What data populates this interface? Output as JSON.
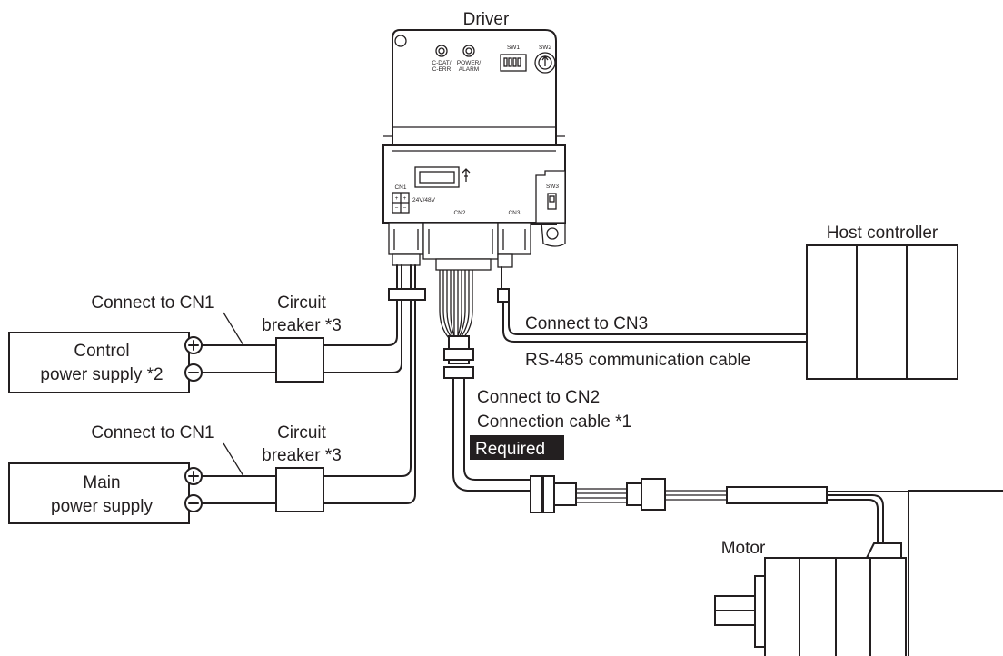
{
  "labels": {
    "driver": "Driver",
    "host_controller": "Host controller",
    "connect_cn1_control": "Connect to CN1",
    "circuit_breaker_1_line1": "Circuit",
    "circuit_breaker_1_line2": "breaker *3",
    "control_power_line1": "Control",
    "control_power_line2": "power supply *2",
    "connect_cn1_main": "Connect to CN1",
    "circuit_breaker_2_line1": "Circuit",
    "circuit_breaker_2_line2": "breaker *3",
    "main_power_line1": "Main",
    "main_power_line2": "power supply",
    "connect_cn3": "Connect to CN3",
    "rs485_cable": "RS-485 communication cable",
    "connect_cn2": "Connect to CN2",
    "connection_cable": "Connection cable *1",
    "required": "Required",
    "motor": "Motor"
  },
  "driver_panel": {
    "led1_line1": "C-DAT/",
    "led1_line2": "C-ERR",
    "led2_line1": "POWER/",
    "led2_line2": "ALARM",
    "sw1": "SW1",
    "sw2": "SW2",
    "sw3": "SW3",
    "cn1": "CN1",
    "cn2": "CN2",
    "cn3": "CN3",
    "voltage": "24V/48V",
    "plus": "+",
    "minus": "−"
  },
  "colors": {
    "line": "#231f20",
    "badge_bg": "#231f20",
    "badge_text": "#ffffff",
    "background": "#ffffff"
  },
  "icons": {
    "usb": "usb-icon",
    "plus_terminal": "plus-terminal-icon",
    "minus_terminal": "minus-terminal-icon"
  }
}
